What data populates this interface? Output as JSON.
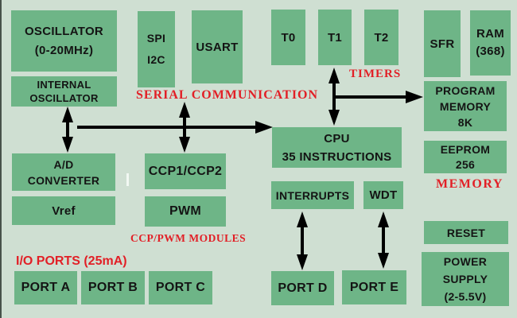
{
  "colors": {
    "background": "#cfdfd2",
    "box_fill": "#6eb587",
    "box_text": "#141414",
    "label_red": "#e21f26",
    "arrow": "#000000"
  },
  "blocks": {
    "oscillator": {
      "lines": [
        "OSCILLATOR",
        "(0-20MHz)"
      ]
    },
    "internal_oscillator": {
      "lines": [
        "INTERNAL",
        "OSCILLATOR"
      ]
    },
    "spi_i2c": {
      "lines": [
        "SPI",
        "I2C"
      ]
    },
    "usart": {
      "lines": [
        "USART"
      ]
    },
    "t0": {
      "lines": [
        "T0"
      ]
    },
    "t1": {
      "lines": [
        "T1"
      ]
    },
    "t2": {
      "lines": [
        "T2"
      ]
    },
    "sfr": {
      "lines": [
        "SFR"
      ]
    },
    "ram": {
      "lines": [
        "RAM",
        "(368)"
      ]
    },
    "program_memory": {
      "lines": [
        "PROGRAM",
        "MEMORY",
        "8K"
      ]
    },
    "eeprom": {
      "lines": [
        "EEPROM",
        "256"
      ]
    },
    "cpu": {
      "lines": [
        "CPU",
        "35 INSTRUCTIONS"
      ]
    },
    "ad_converter": {
      "lines": [
        "A/D",
        "CONVERTER"
      ]
    },
    "ccp1_ccp2": {
      "lines": [
        "CCP1/CCP2"
      ]
    },
    "vref": {
      "lines": [
        "Vref"
      ]
    },
    "pwm": {
      "lines": [
        "PWM"
      ]
    },
    "interrupts": {
      "lines": [
        "INTERRUPTS"
      ]
    },
    "wdt": {
      "lines": [
        "WDT"
      ]
    },
    "reset": {
      "lines": [
        "RESET"
      ]
    },
    "power_supply": {
      "lines": [
        "POWER",
        "SUPPLY",
        "(2-5.5V)"
      ]
    },
    "port_a": {
      "lines": [
        "PORT A"
      ]
    },
    "port_b": {
      "lines": [
        "PORT B"
      ]
    },
    "port_c": {
      "lines": [
        "PORT C"
      ]
    },
    "port_d": {
      "lines": [
        "PORT D"
      ]
    },
    "port_e": {
      "lines": [
        "PORT E"
      ]
    }
  },
  "labels": {
    "serial_communication": "SERIAL COMMUNICATION",
    "timers": "TIMERS",
    "memory": "MEMORY",
    "ccp_pwm_modules": "CCP/PWM MODULES",
    "io_ports": "I/O PORTS (25mA)"
  },
  "connections": [
    {
      "from": "internal_oscillator",
      "to": "ad_converter",
      "bidirectional": true
    },
    {
      "from": "serial_communication",
      "to": "ccp1_ccp2",
      "bidirectional": true
    },
    {
      "from": "t1_timers",
      "to": "cpu",
      "bidirectional": true
    },
    {
      "from": "timers_branch",
      "to": "program_memory",
      "bidirectional": false
    },
    {
      "from": "left_bus",
      "to": "cpu",
      "bidirectional": false
    },
    {
      "from": "interrupts",
      "to": "port_d",
      "bidirectional": true
    },
    {
      "from": "wdt",
      "to": "port_e",
      "bidirectional": true
    }
  ]
}
